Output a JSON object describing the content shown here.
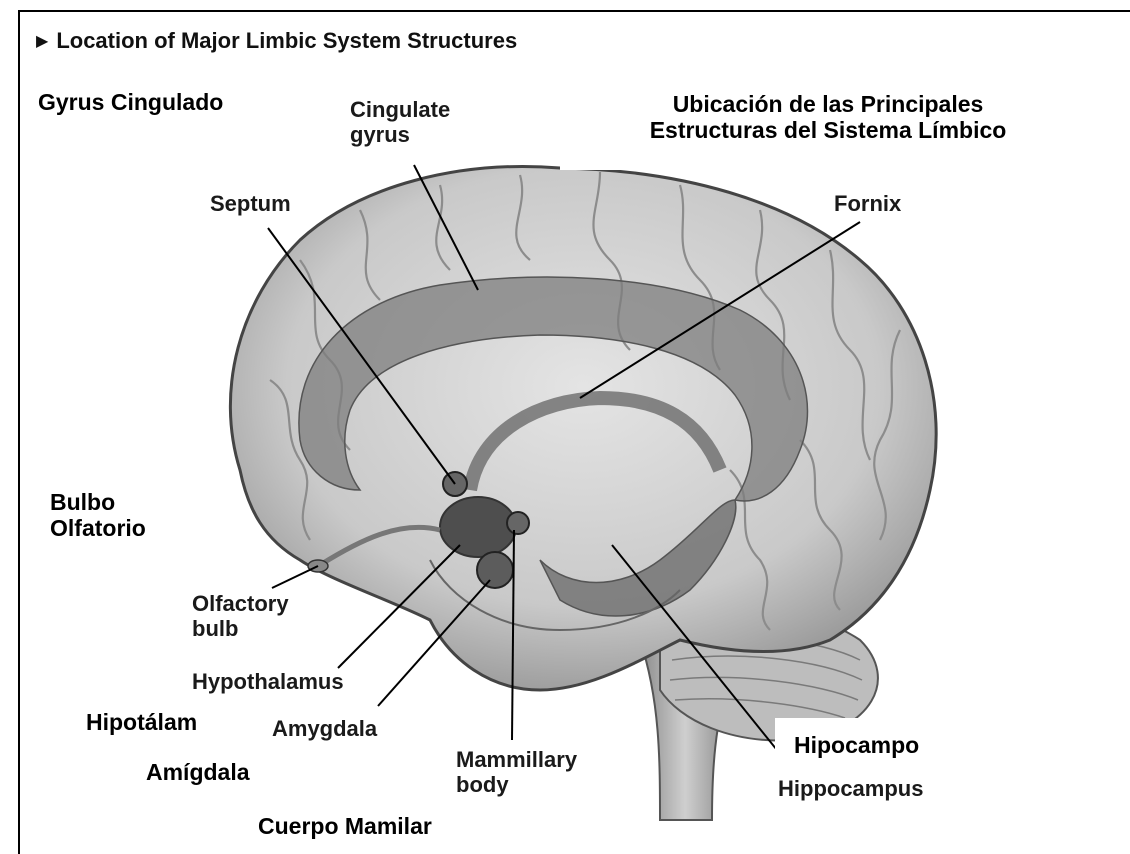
{
  "title": "Location of Major Limbic System Structures",
  "title_es": "Ubicación de las Principales\nEstructuras del Sistema Límbico",
  "labels_en": {
    "cingulate_gyrus": "Cingulate\ngyrus",
    "septum": "Septum",
    "fornix": "Fornix",
    "olfactory_bulb": "Olfactory\nbulb",
    "hypothalamus": "Hypothalamus",
    "amygdala": "Amygdala",
    "mammillary_body": "Mammillary\nbody",
    "hippocampus": "Hippocampus"
  },
  "labels_es": {
    "cingulate_gyrus": "Gyrus Cingulado",
    "olfactory_bulb": "Bulbo\nOlfatorio",
    "hypothalamus": "Hipotálam",
    "amygdala": "Amígdala",
    "mammillary_body": "Cuerpo Mamilar",
    "hippocampus": "Hipocampo"
  },
  "icons": {
    "heading_marker": "triangle-right-icon"
  },
  "colors": {
    "brain_fill": "#cfcfcf",
    "brain_dark": "#8e8e8e",
    "limbic_band": "#7d7d7d",
    "text": "#111111"
  }
}
